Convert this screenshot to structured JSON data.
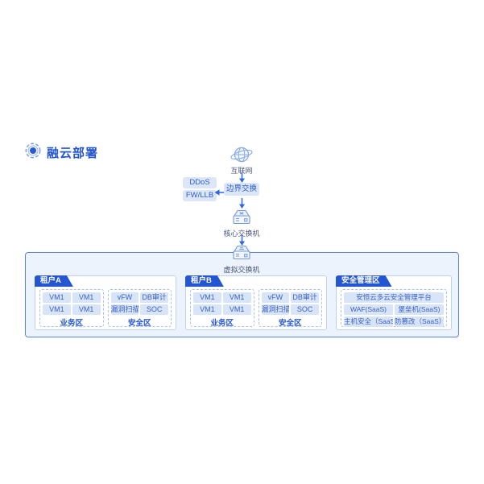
{
  "page": {
    "title": "融云部署"
  },
  "flow": {
    "internet": "互联网",
    "ddos": "DDoS",
    "fw_llb": "FW/LLB",
    "border_switch": "边界交换",
    "core_switch": "核心交换机",
    "virtual_switch": "虚拟交换机"
  },
  "sections": [
    {
      "tab": "租户A",
      "zones": [
        {
          "label": "业务区",
          "items": [
            "VM1",
            "VM1",
            "VM1",
            "VM1"
          ]
        },
        {
          "label": "安全区",
          "items": [
            "vFW",
            "DB审计",
            "漏洞扫描",
            "SOC"
          ]
        }
      ]
    },
    {
      "tab": "租户B",
      "zones": [
        {
          "label": "业务区",
          "items": [
            "VM1",
            "VM1",
            "VM1",
            "VM1"
          ]
        },
        {
          "label": "安全区",
          "items": [
            "vFW",
            "DB审计",
            "漏洞扫描",
            "SOC"
          ]
        }
      ]
    },
    {
      "tab": "安全管理区",
      "platform": "安恒云多云安全管理平台",
      "items": [
        "WAF(SaaS)",
        "堡垒机(SaaS)",
        "主机安全（SaaS）",
        "防篡改（SaaS）"
      ]
    }
  ],
  "colors": {
    "accent": "#2456d2",
    "pill_fill": "#dbe7f9",
    "pill_text": "#2e5bd5",
    "item_fill": "#d8e4f7",
    "item_text": "#3a5fc8",
    "arrow": "#2e66e4",
    "container_bg": "#ecf3fc",
    "container_border": "#5b85da",
    "card_border": "#bdd0f0",
    "dashed_border": "#a9c3ec",
    "label_text": "#47557a"
  }
}
